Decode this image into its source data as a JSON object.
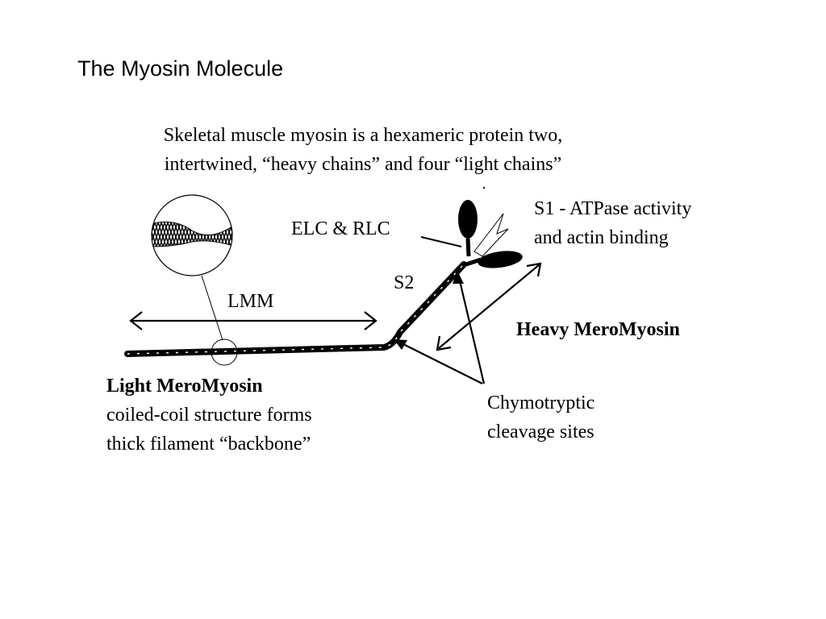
{
  "slide": {
    "title": "The Myosin Molecule",
    "intro_line1": "Skeletal muscle myosin is a hexameric protein two,",
    "intro_line2": "intertwined,  “heavy chains” and four “light chains”"
  },
  "labels": {
    "elc_rlc": "ELC & RLC",
    "s1_line1": "S1 - ATPase activity",
    "s1_line2": "and actin binding",
    "s2": "S2",
    "lmm": "LMM",
    "hmm": "Heavy MeroMyosin",
    "light_meromyosin_title": "Light MeroMyosin",
    "light_meromyosin_line1": "coiled-coil structure forms",
    "light_meromyosin_line2": "thick filament “backbone”",
    "chymotryptic_line1": "Chymotryptic",
    "chymotryptic_line2": "cleavage sites"
  },
  "colors": {
    "ink": "#000000",
    "background": "#ffffff"
  }
}
